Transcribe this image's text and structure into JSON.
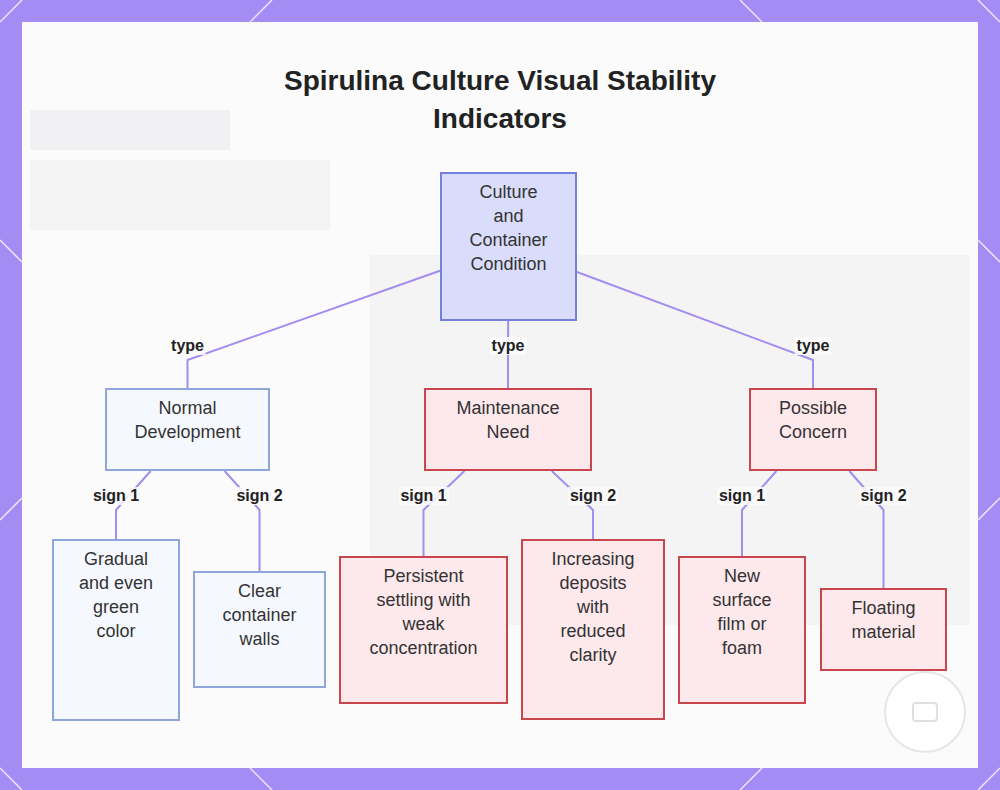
{
  "diagram": {
    "title": "Spirulina Culture Visual Stability Indicators",
    "nodes": [
      {
        "text": [
          "Culture and Container Condition"
        ]
      },
      {
        "text": [
          "Normal Development"
        ]
      },
      {
        "text": [
          "Maintenance Need"
        ]
      },
      {
        "text": [
          "Possible Concern"
        ]
      },
      {
        "text": [
          "Gradual and even green color"
        ]
      },
      {
        "text": [
          "Clear container walls"
        ]
      },
      {
        "text": [
          "Persistent settling with weak concentration"
        ]
      },
      {
        "text": [
          "Increasing deposits with reduced clarity"
        ]
      },
      {
        "text": [
          "New surface film or foam"
        ]
      },
      {
        "text": [
          "Floating material"
        ]
      }
    ],
    "edges": [
      {
        "from": 0,
        "to": 1,
        "label": "type",
        "arrow": "none"
      },
      {
        "from": 0,
        "to": 2,
        "label": "type",
        "arrow": "none"
      },
      {
        "from": 0,
        "to": 3,
        "label": "type",
        "arrow": "none"
      },
      {
        "from": 1,
        "to": 4,
        "label": "sign 1",
        "arrow": "none"
      },
      {
        "from": 1,
        "to": 5,
        "label": "sign 2",
        "arrow": "none"
      },
      {
        "from": 2,
        "to": 6,
        "label": "sign 1",
        "arrow": "none"
      },
      {
        "from": 2,
        "to": 7,
        "label": "sign 2",
        "arrow": "none"
      },
      {
        "from": 3,
        "to": 8,
        "label": "sign 1",
        "arrow": "none"
      },
      {
        "from": 3,
        "to": 9,
        "label": "sign 2",
        "arrow": "none"
      }
    ]
  }
}
